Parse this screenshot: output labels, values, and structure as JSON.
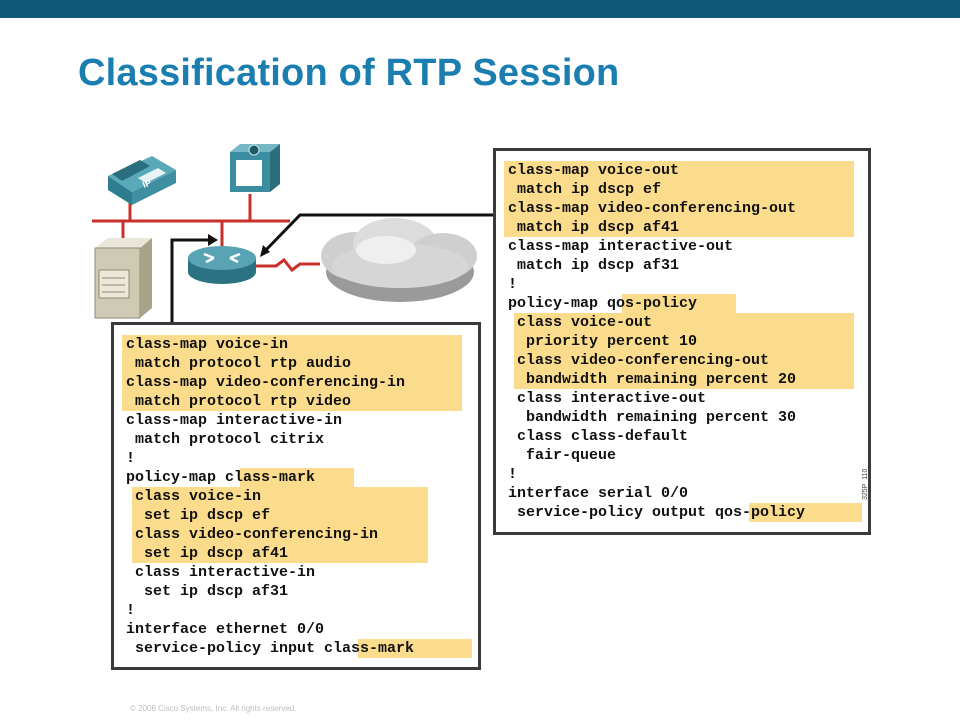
{
  "slide": {
    "title": "Classification of RTP Session",
    "copyright": "© 2006 Cisco Systems, Inc. All rights reserved.",
    "figure_id": "325P_110"
  },
  "colors": {
    "topbar": "#0f5a78",
    "title": "#1a7fb0",
    "highlight": "#fbdc8c",
    "device_teal": "#3a8ea0"
  },
  "icons": [
    "ip-phone-icon",
    "video-terminal-icon",
    "server-icon",
    "router-icon",
    "wan-cloud-icon"
  ],
  "left_config": {
    "lines": [
      "class-map voice-in",
      " match protocol rtp audio",
      "class-map video-conferencing-in",
      " match protocol rtp video",
      "class-map interactive-in",
      " match protocol citrix",
      "!",
      "policy-map class-mark",
      " class voice-in",
      "  set ip dscp ef",
      " class video-conferencing-in",
      "  set ip dscp af41",
      " class interactive-in",
      "  set ip dscp af31",
      "!",
      "interface ethernet 0/0",
      " service-policy input class-mark"
    ]
  },
  "right_config": {
    "lines": [
      "class-map voice-out",
      " match ip dscp ef",
      "class-map video-conferencing-out",
      " match ip dscp af41",
      "class-map interactive-out",
      " match ip dscp af31",
      "!",
      "policy-map qos-policy",
      " class voice-out",
      "  priority percent 10",
      " class video-conferencing-out",
      "  bandwidth remaining percent 20",
      " class interactive-out",
      "  bandwidth remaining percent 30",
      " class class-default",
      "  fair-queue",
      "!",
      "interface serial 0/0",
      " service-policy output qos-policy"
    ]
  }
}
